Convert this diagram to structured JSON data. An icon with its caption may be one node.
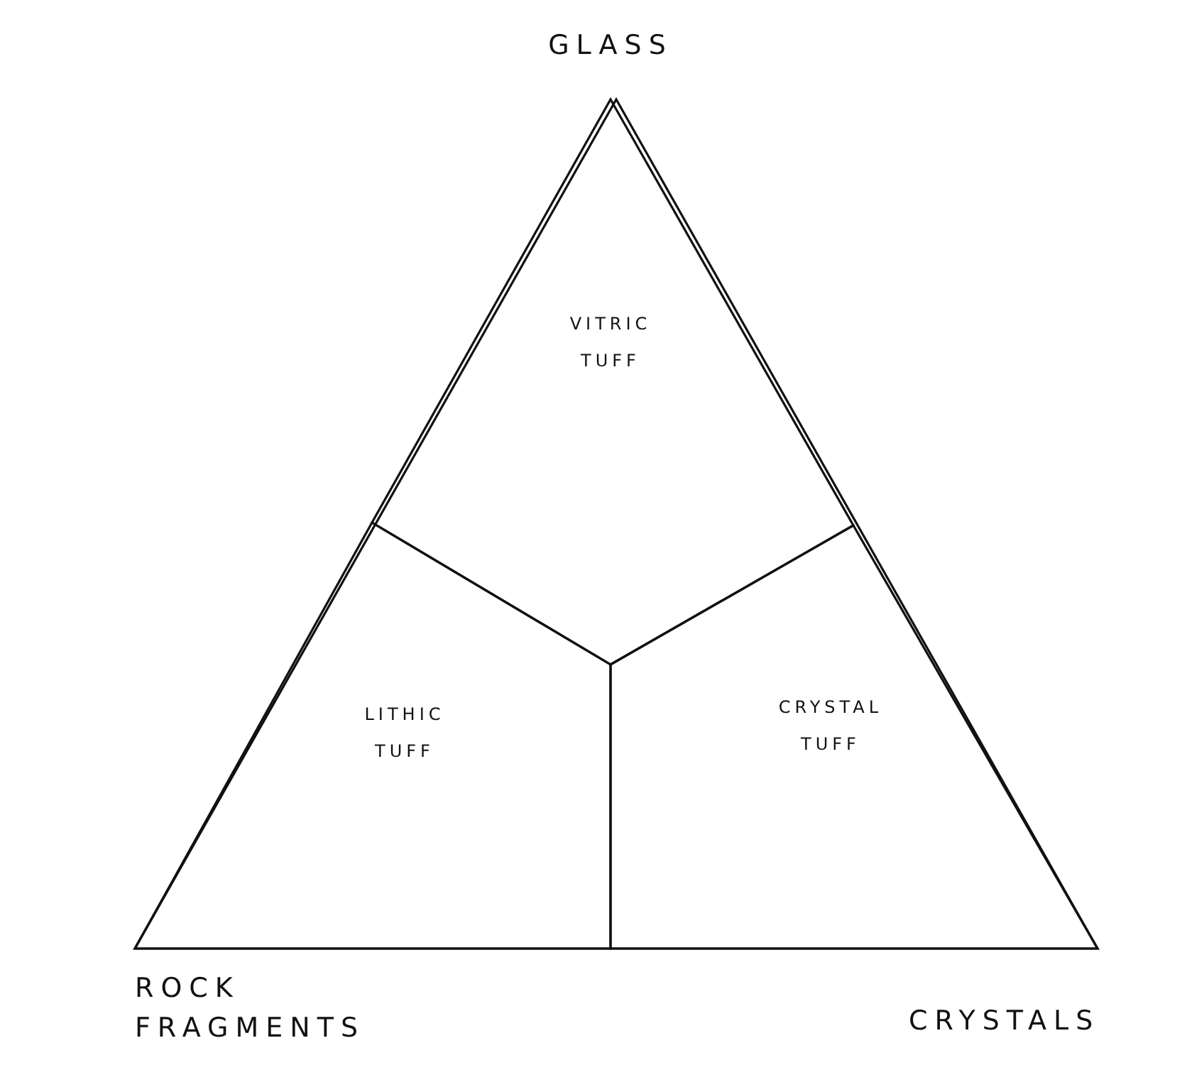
{
  "diagram": {
    "nodes": [
      {
        "text": [],
        "shape": "triangle"
      },
      {
        "text": [
          "VITRIC TUFF"
        ],
        "in": 0
      },
      {
        "text": [
          "LITHIC TUFF"
        ],
        "in": 0
      },
      {
        "text": [
          "CRYSTAL TUFF"
        ],
        "in": 0
      }
    ],
    "labels": [
      "GLASS",
      "ROCK FRAGMENTS",
      "CRYSTALS"
    ]
  }
}
